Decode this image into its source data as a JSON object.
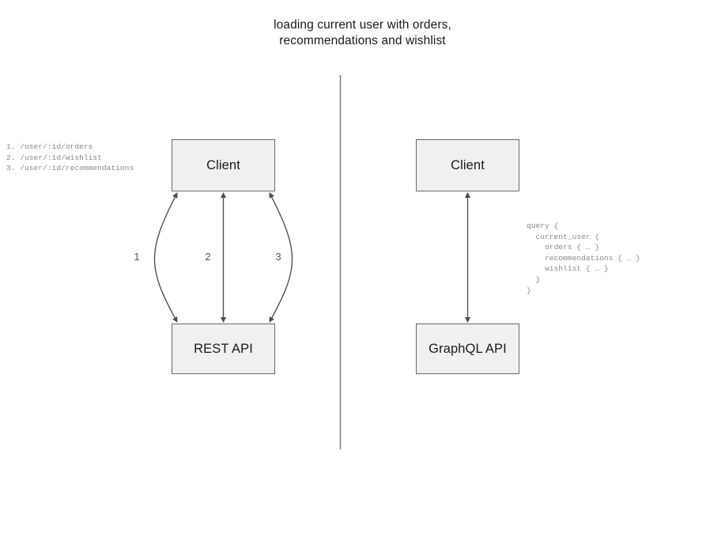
{
  "diagram": {
    "title_line_1": "loading current user with orders,",
    "title_line_2": "recommendations and wishlist",
    "colors": {
      "background": "#ffffff",
      "node_fill": "#f0f0f0",
      "node_border": "#6b6b6b",
      "stroke": "#4d4d4d",
      "divider": "#7a7a7a",
      "code_text": "#8a8a8a",
      "title_text": "#1a1a1a"
    },
    "left_panel": {
      "name": "rest-panel",
      "nodes": {
        "client": "Client",
        "api": "REST API"
      },
      "edge_labels": [
        "1",
        "2",
        "3"
      ],
      "annotation": "1. /user/:id/orders\n2. /user/:id/wishlist\n3. /user/:id/recommendations",
      "endpoints": [
        {
          "number": "1.",
          "path": "/user/:id/orders"
        },
        {
          "number": "2.",
          "path": "/user/:id/wishlist"
        },
        {
          "number": "3.",
          "path": "/user/:id/recommendations"
        }
      ]
    },
    "right_panel": {
      "name": "graphql-panel",
      "nodes": {
        "client": "Client",
        "api": "GraphQL API"
      },
      "annotation": "query {\n  current_user {\n    orders { … }\n    recommendations { … }\n    wishlist { … }\n  }\n}",
      "query_lines": [
        "query {",
        "  current_user {",
        "    orders { … }",
        "    recommendations { … }",
        "    wishlist { … }",
        "  }",
        "}"
      ]
    }
  }
}
